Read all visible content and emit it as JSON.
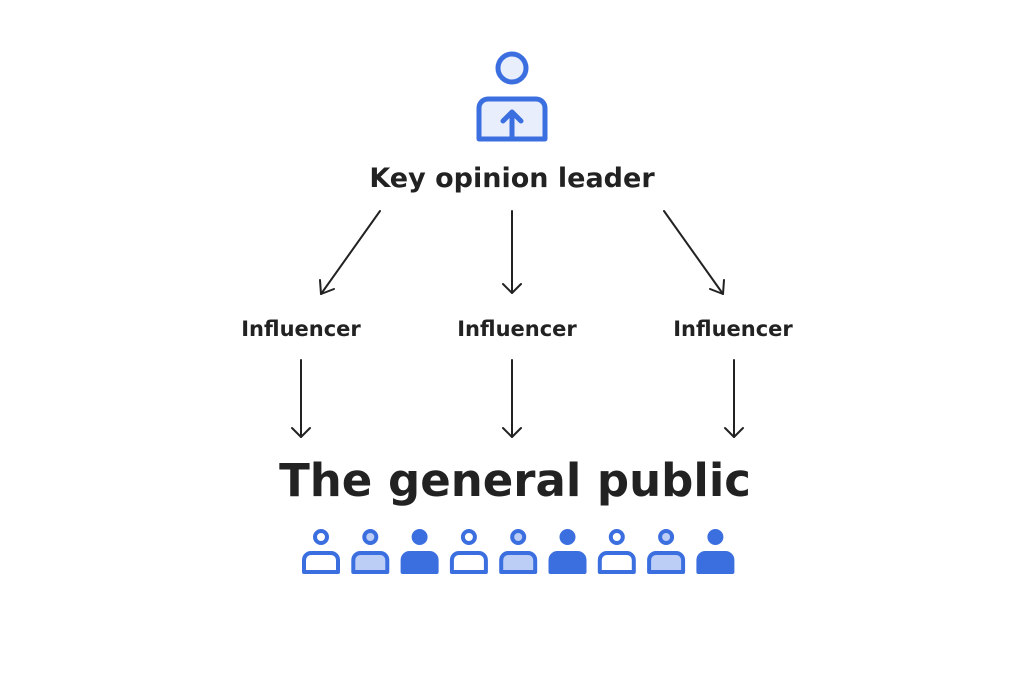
{
  "diagram": {
    "top": {
      "label": "Key opinion leader",
      "icon": "presenter-person-icon"
    },
    "middle": [
      {
        "label": "Influencer"
      },
      {
        "label": "Influencer"
      },
      {
        "label": "Influencer"
      }
    ],
    "bottom": {
      "label": "The general public",
      "icon": "person-icon"
    },
    "people_fill_pattern": [
      "outline",
      "light",
      "solid",
      "outline",
      "light",
      "solid",
      "outline",
      "light",
      "solid"
    ]
  },
  "colors": {
    "accent": "#3b6fe0",
    "light_fill": "#e8eefc",
    "mid_fill": "#bccdf6",
    "text": "#222222"
  }
}
